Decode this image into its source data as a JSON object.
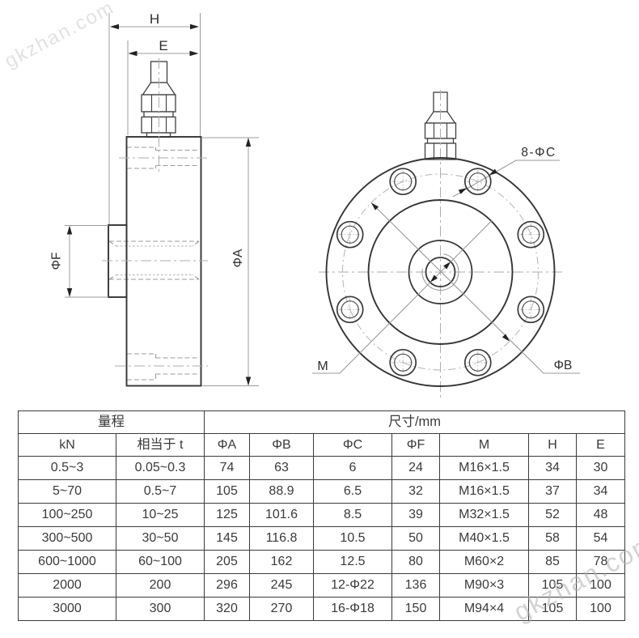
{
  "watermark": {
    "text": "gkzhan.com"
  },
  "side_view": {
    "labels": {
      "height": "H",
      "body_height": "E",
      "side_thread_diameter": "ΦF",
      "outer_diameter": "ΦA"
    }
  },
  "front_view": {
    "labels": {
      "bolt_holes": "8-ΦC",
      "center_thread": "M",
      "bolt_circle_diameter": "ΦB"
    }
  },
  "table": {
    "header": {
      "range": "量程",
      "dimensions": "尺寸/mm"
    },
    "columns": [
      "kN",
      "相当于 t",
      "ΦA",
      "ΦB",
      "ΦC",
      "ΦF",
      "M",
      "H",
      "E"
    ],
    "rows": [
      [
        "0.5~3",
        "0.05~0.3",
        "74",
        "63",
        "6",
        "24",
        "M16×1.5",
        "34",
        "30"
      ],
      [
        "5~70",
        "0.5~7",
        "105",
        "88.9",
        "6.5",
        "32",
        "M16×1.5",
        "37",
        "34"
      ],
      [
        "100~250",
        "10~25",
        "125",
        "101.6",
        "8.5",
        "39",
        "M32×1.5",
        "52",
        "48"
      ],
      [
        "300~500",
        "30~50",
        "145",
        "116.8",
        "10.5",
        "50",
        "M40×1.5",
        "58",
        "54"
      ],
      [
        "600~1000",
        "60~100",
        "205",
        "162",
        "12.5",
        "80",
        "M60×2",
        "85",
        "78"
      ],
      [
        "2000",
        "200",
        "296",
        "245",
        "12-Φ22",
        "136",
        "M90×3",
        "105",
        "100"
      ],
      [
        "3000",
        "300",
        "320",
        "270",
        "16-Φ18",
        "150",
        "M94×4",
        "105",
        "100"
      ]
    ]
  }
}
